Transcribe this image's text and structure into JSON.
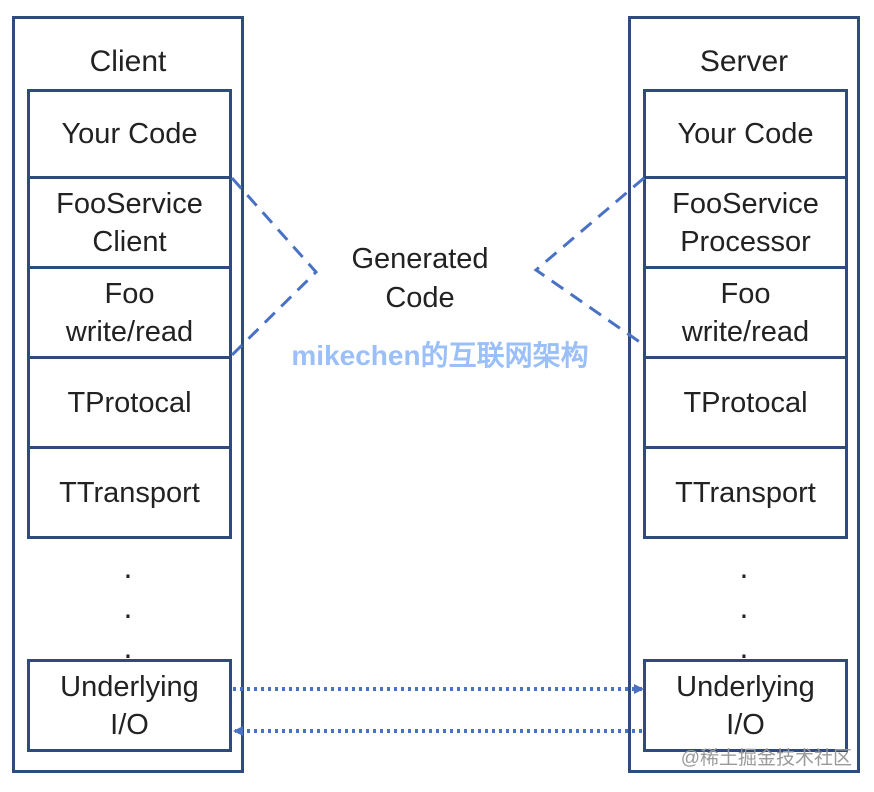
{
  "client": {
    "title": "Client",
    "layers": [
      "Your Code",
      "FooService\nClient",
      "Foo\nwrite/read",
      "TProtocal",
      "TTransport"
    ],
    "dots": "·\n·\n·",
    "io": "Underlying\nI/O"
  },
  "server": {
    "title": "Server",
    "layers": [
      "Your Code",
      "FooService\nProcessor",
      "Foo\nwrite/read",
      "TProtocal",
      "TTransport"
    ],
    "dots": "·\n·\n·",
    "io": "Underlying\nI/O"
  },
  "generated_label": "Generated\nCode",
  "watermark": "mikechen的互联网架构",
  "corner_mark": "@稀土掘金技术社区",
  "colors": {
    "box_border": "#2f4a7c",
    "connector": "#4a72c4",
    "watermark": "#8ab4f8"
  }
}
